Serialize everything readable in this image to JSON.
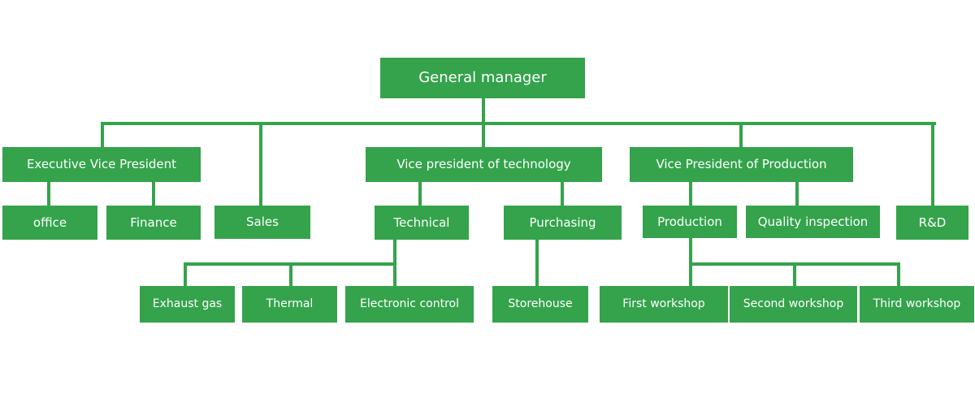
{
  "colors": {
    "node_fill": "#34a34b",
    "connector": "#34a34b",
    "node_text": "#ffffff",
    "background": "#ffffff"
  },
  "org_chart": {
    "type": "organization-chart",
    "nodes": {
      "general_manager": {
        "label": "General manager",
        "level": 1
      },
      "executive_vp": {
        "label": "Executive Vice President",
        "level": 2
      },
      "vp_technology": {
        "label": "Vice president of technology",
        "level": 2
      },
      "vp_production": {
        "label": "Vice President of Production",
        "level": 2
      },
      "office": {
        "label": "office",
        "level": 3
      },
      "finance": {
        "label": "Finance",
        "level": 3
      },
      "sales": {
        "label": "Sales",
        "level": 3
      },
      "technical": {
        "label": "Technical",
        "level": 3
      },
      "purchasing": {
        "label": "Purchasing",
        "level": 3
      },
      "production": {
        "label": "Production",
        "level": 3
      },
      "quality_inspection": {
        "label": "Quality inspection",
        "level": 3
      },
      "rd": {
        "label": "R&D",
        "level": 3
      },
      "exhaust_gas": {
        "label": "Exhaust gas",
        "level": 4
      },
      "thermal": {
        "label": "Thermal",
        "level": 4
      },
      "electronic_control": {
        "label": "Electronic control",
        "level": 4
      },
      "storehouse": {
        "label": "Storehouse",
        "level": 4
      },
      "first_workshop": {
        "label": "First workshop",
        "level": 4
      },
      "second_workshop": {
        "label": "Second workshop",
        "level": 4
      },
      "third_workshop": {
        "label": "Third workshop",
        "level": 4
      }
    },
    "edges": [
      [
        "general_manager",
        "executive_vp"
      ],
      [
        "general_manager",
        "sales"
      ],
      [
        "general_manager",
        "vp_technology"
      ],
      [
        "general_manager",
        "vp_production"
      ],
      [
        "general_manager",
        "rd"
      ],
      [
        "executive_vp",
        "office"
      ],
      [
        "executive_vp",
        "finance"
      ],
      [
        "vp_technology",
        "technical"
      ],
      [
        "vp_technology",
        "purchasing"
      ],
      [
        "vp_production",
        "production"
      ],
      [
        "vp_production",
        "quality_inspection"
      ],
      [
        "technical",
        "exhaust_gas"
      ],
      [
        "technical",
        "thermal"
      ],
      [
        "technical",
        "electronic_control"
      ],
      [
        "purchasing",
        "storehouse"
      ],
      [
        "production",
        "first_workshop"
      ],
      [
        "production",
        "second_workshop"
      ],
      [
        "production",
        "third_workshop"
      ]
    ]
  }
}
